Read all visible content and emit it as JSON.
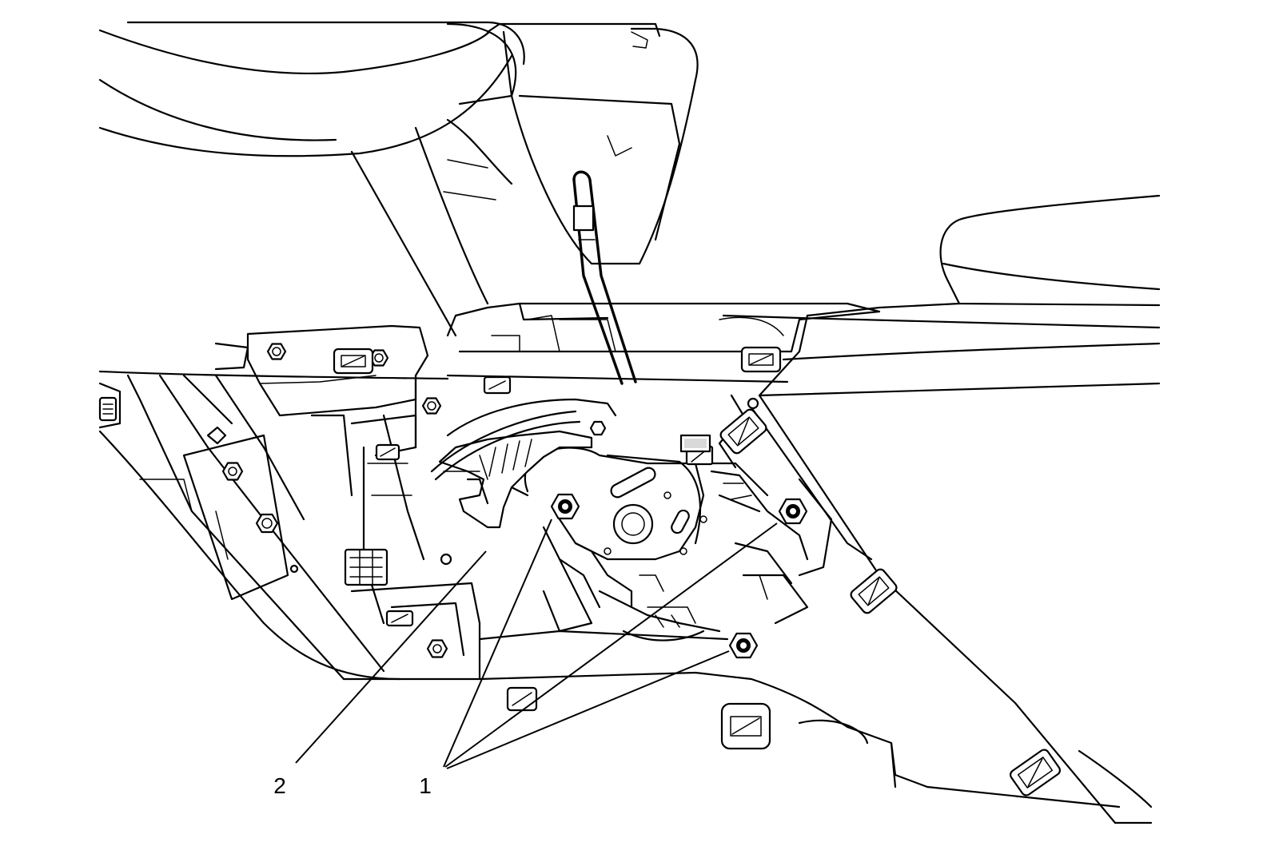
{
  "callouts": [
    {
      "id": "nuts",
      "label": "1"
    },
    {
      "id": "bracket",
      "label": "2"
    }
  ],
  "colors": {
    "line": "#000000",
    "background": "#ffffff"
  }
}
